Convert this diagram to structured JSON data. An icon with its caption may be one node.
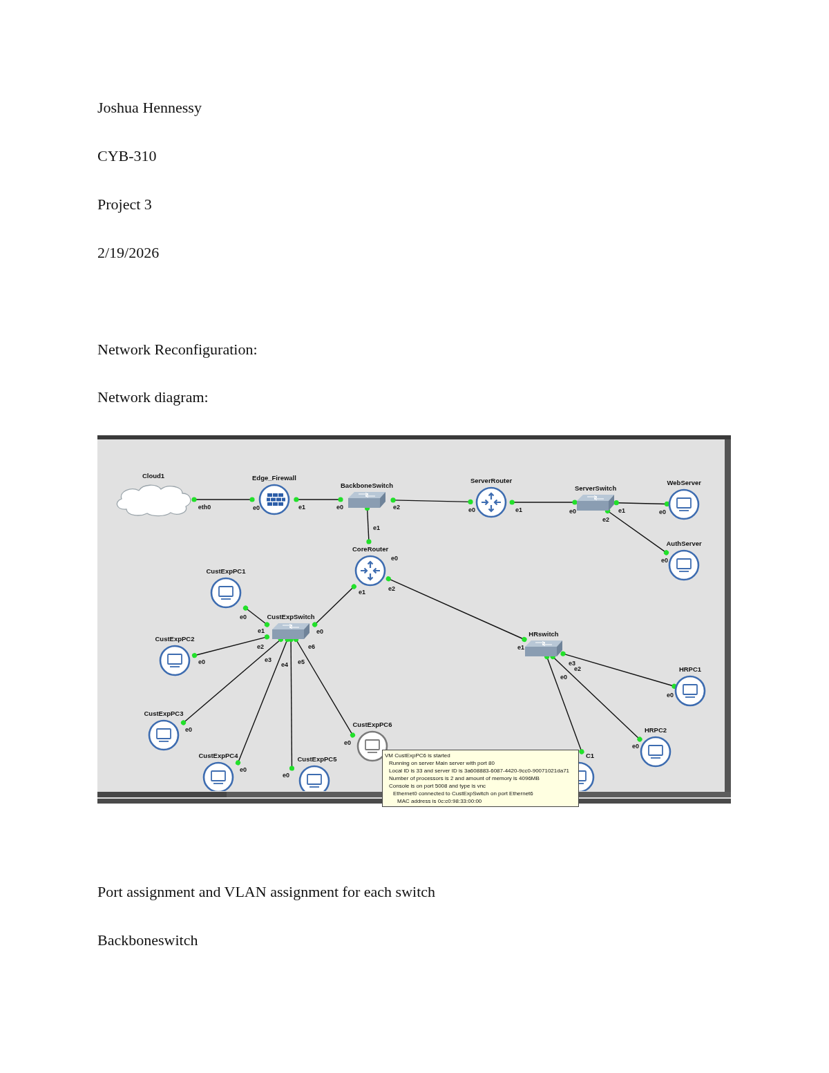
{
  "diagram": {
    "nodes": [
      {
        "text": [
          "Cloud1"
        ]
      },
      {
        "text": [
          "Edge_Firewall"
        ]
      },
      {
        "text": [
          "BackboneSwitch"
        ]
      },
      {
        "text": [
          "ServerRouter"
        ]
      },
      {
        "text": [
          "ServerSwitch"
        ]
      },
      {
        "text": [
          "WebServer"
        ]
      },
      {
        "text": [
          "AuthServer"
        ]
      },
      {
        "text": [
          "CoreRouter"
        ]
      },
      {
        "text": [
          "CustExpPC1"
        ]
      },
      {
        "text": [
          "CustExpSwitch"
        ]
      },
      {
        "text": [
          "CustExpPC2"
        ]
      },
      {
        "text": [
          "HRswitch"
        ]
      },
      {
        "text": [
          "HRPC1"
        ]
      },
      {
        "text": [
          "CustExpPC3"
        ]
      },
      {
        "text": [
          "CustExpPC6"
        ]
      },
      {
        "text": [
          "HRPC2"
        ]
      },
      {
        "text": [
          "CustExpPC4"
        ]
      },
      {
        "text": [
          "CustExpPC5"
        ]
      },
      {
        "text": [
          "C1"
        ]
      },
      {
        "text": [
          "VM CustExpPC6 is started",
          "Running on server Main server with port 80",
          "Local ID is 33 and server ID is 3a608883-6087-4420-9cc0-90071021da71",
          "Number of processors is 2 and amount of memory is 4096MB",
          "Console is on port 5008 and type is vnc",
          "Ethernet0 connected to CustExpSwitch on port Ethernet6",
          "MAC address is 0c:c0:98:33:00:00"
        ]
      }
    ],
    "edges": [
      {
        "from": 0,
        "to": 1,
        "arrow": "other"
      },
      {
        "from": 1,
        "to": 2,
        "arrow": "other"
      },
      {
        "from": 2,
        "to": 3,
        "arrow": "other"
      },
      {
        "from": 3,
        "to": 4,
        "arrow": "other"
      },
      {
        "from": 4,
        "to": 5,
        "arrow": "other"
      },
      {
        "from": 4,
        "to": 6,
        "arrow": "other"
      },
      {
        "from": 2,
        "to": 7,
        "arrow": "other"
      },
      {
        "from": 7,
        "to": 9,
        "arrow": "other"
      },
      {
        "from": 7,
        "to": 11,
        "arrow": "other"
      },
      {
        "from": 9,
        "to": 8,
        "arrow": "other"
      },
      {
        "from": 9,
        "to": 10,
        "arrow": "other"
      },
      {
        "from": 9,
        "to": 13,
        "arrow": "other"
      },
      {
        "from": 9,
        "to": 16,
        "arrow": "other"
      },
      {
        "from": 9,
        "to": 17,
        "arrow": "other"
      },
      {
        "from": 9,
        "to": 14,
        "arrow": "other"
      },
      {
        "from": 11,
        "to": 12,
        "arrow": "other"
      },
      {
        "from": 11,
        "to": 15,
        "arrow": "other"
      },
      {
        "from": 11,
        "to": 18,
        "arrow": "other"
      }
    ],
    "labels": [
      "Joshua Hennessy",
      "CYB-310",
      "Project 3",
      "2/19/2026",
      "Network Reconfiguration:",
      "Network diagram:",
      "eth0",
      "e0",
      "e1",
      "e0",
      "e2",
      "e0",
      "e1",
      "e0",
      "e1",
      "e0",
      "e2",
      "e1",
      "e0",
      "e0",
      "e1",
      "e2",
      "e0",
      "e1",
      "e0",
      "e2",
      "e6",
      "e1",
      "e0",
      "e3",
      "e4",
      "e5",
      "e3",
      "e2",
      "e0",
      "e0",
      "e0",
      "e0",
      "e0",
      "e0",
      "e0",
      "Port assignment and VLAN assignment for each switch",
      "Backboneswitch"
    ]
  }
}
